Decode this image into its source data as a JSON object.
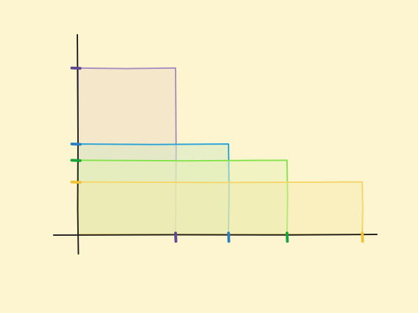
{
  "diagram": {
    "background": "#fdf5cf",
    "axis_color": "#1f1f1f",
    "x_range": [
      0,
      1
    ],
    "y_range": [
      0,
      1
    ],
    "rectangles": [
      {
        "id": "purple",
        "width": 0.35,
        "height": 0.92,
        "stroke": "#a98ec0",
        "fill": "#f4e6c8",
        "fill_opacity": 0.9,
        "tick_color": "#5e4a93"
      },
      {
        "id": "blue",
        "width": 0.54,
        "height": 0.5,
        "stroke": "#2ba3d8",
        "fill": "#d6e9c4",
        "fill_opacity": 0.55,
        "tick_color": "#2b7fbf"
      },
      {
        "id": "green",
        "width": 0.75,
        "height": 0.41,
        "stroke": "#84e34a",
        "fill": "#e6f2b6",
        "fill_opacity": 0.5,
        "tick_color": "#1aa33a"
      },
      {
        "id": "yellow",
        "width": 1.02,
        "height": 0.29,
        "stroke": "#f4d66a",
        "fill": "#f5e8aa",
        "fill_opacity": 0.45,
        "tick_color": "#f1c233"
      }
    ]
  }
}
